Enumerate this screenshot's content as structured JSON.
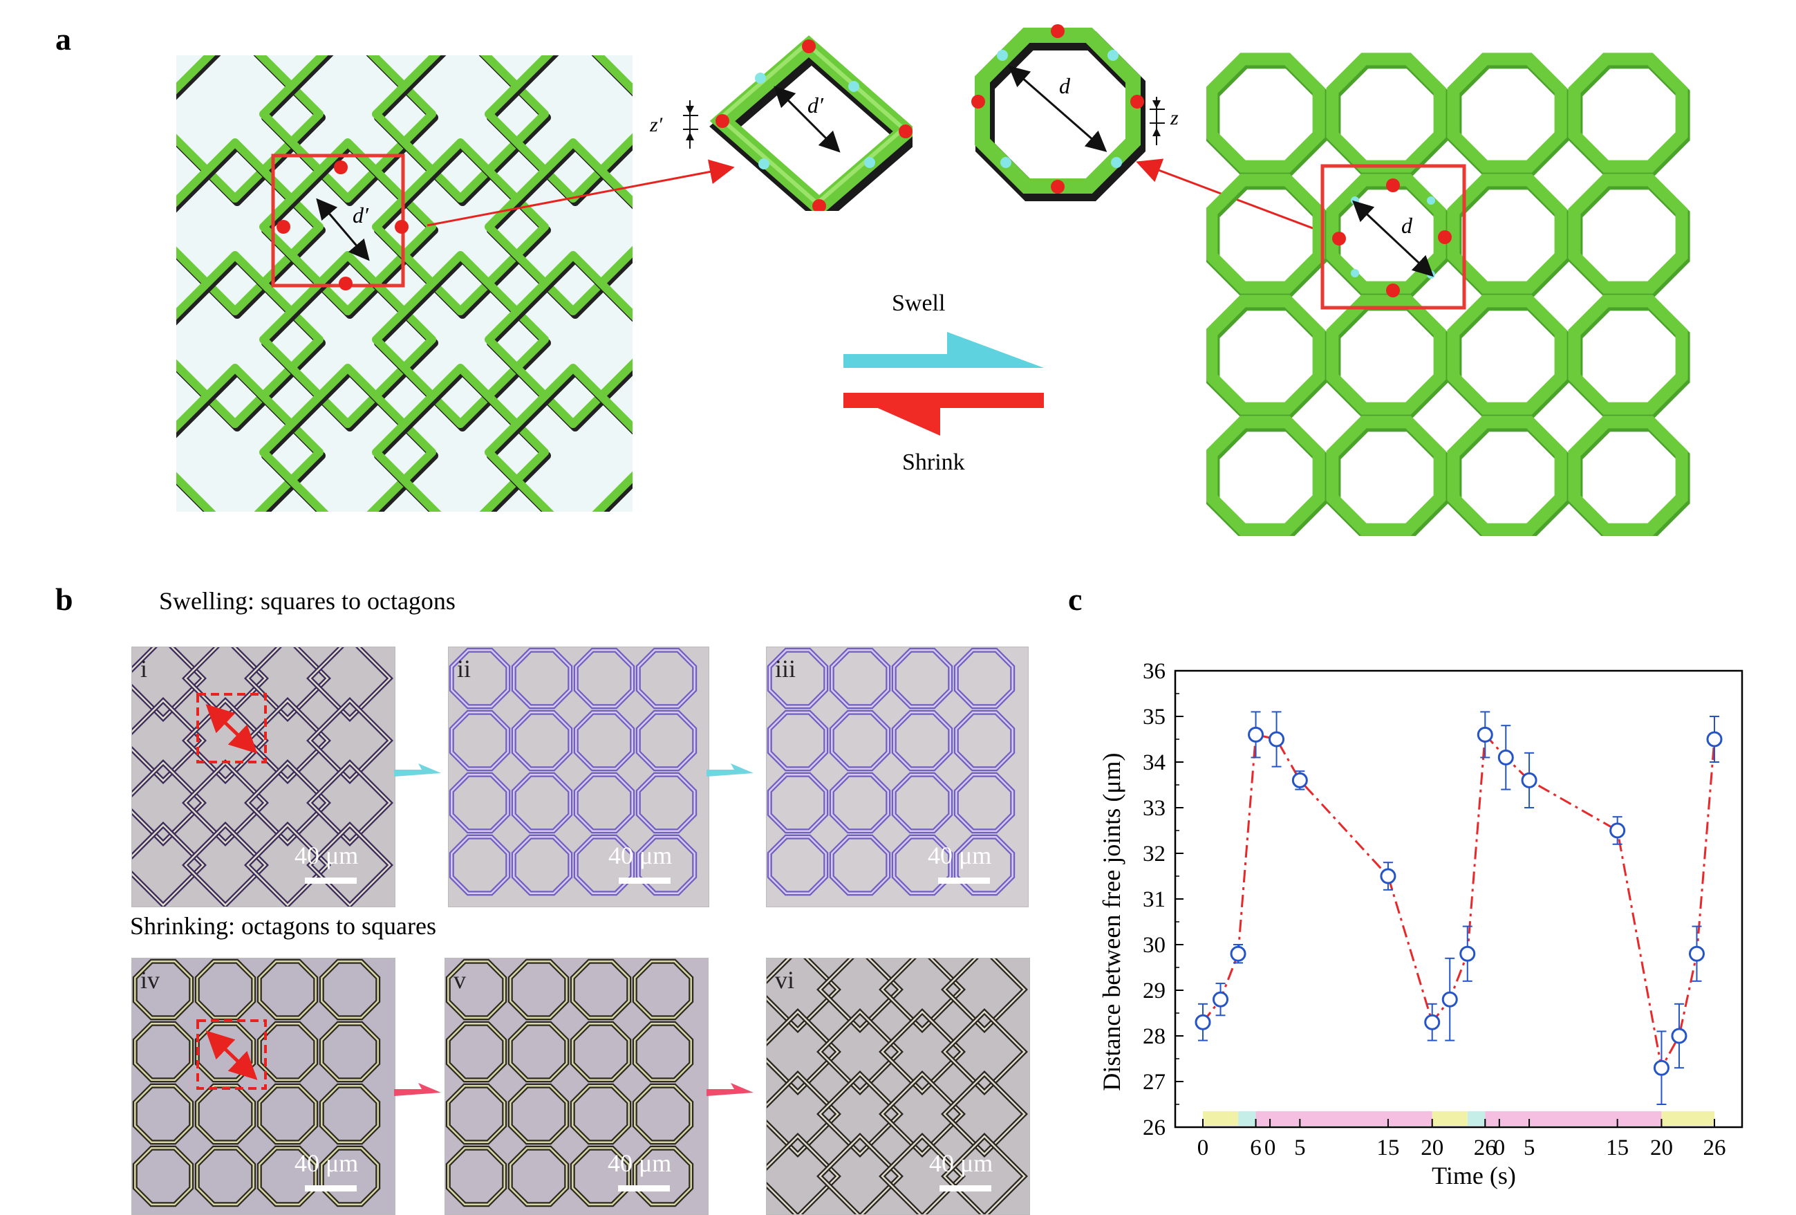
{
  "panel_a": {
    "letter": "a",
    "left_square_label": "d′",
    "square_cell_d_label": "d′",
    "square_cell_z_label": "z′",
    "octagon_cell_d_label": "d",
    "octagon_cell_z_label": "z",
    "right_octagon_label": "d",
    "swell_label": "Swell",
    "shrink_label": "Shrink",
    "colors": {
      "lattice_green": "#6ccb3a",
      "joint_red": "#e8231f",
      "joint_cyan": "#86e6e6",
      "swell_arrow": "#5ed3df",
      "shrink_arrow": "#f02a25",
      "frame_red": "#e83a33"
    }
  },
  "panel_b": {
    "letter": "b",
    "swelling_heading": "Swelling: squares to octagons",
    "shrinking_heading": "Shrinking: octagons to squares",
    "scale_label": "40 μm",
    "images": [
      {
        "roman": "i",
        "state": "squares"
      },
      {
        "roman": "ii",
        "state": "octagons"
      },
      {
        "roman": "iii",
        "state": "octagons"
      },
      {
        "roman": "iv",
        "state": "octagons"
      },
      {
        "roman": "v",
        "state": "octagons"
      },
      {
        "roman": "vi",
        "state": "squares"
      }
    ]
  },
  "panel_c": {
    "letter": "c"
  },
  "chart_data": {
    "type": "scatter",
    "title": "",
    "xlabel": "Time (s)",
    "ylabel": "Distance between free joints (μm)",
    "ylim": [
      26,
      36
    ],
    "yticks": [
      26,
      27,
      28,
      29,
      30,
      31,
      32,
      33,
      34,
      35,
      36
    ],
    "xtick_labels": [
      "0",
      "6",
      "0",
      "5",
      "15",
      "20",
      "26",
      "0",
      "5",
      "15",
      "20",
      "26"
    ],
    "line_style": "red dash-dot connecting line, open blue circle markers with error bars",
    "points": [
      {
        "x": 0,
        "y": 28.3,
        "err": 0.4
      },
      {
        "x": 2,
        "y": 28.8,
        "err": 0.35
      },
      {
        "x": 4,
        "y": 29.8,
        "err": 0.2
      },
      {
        "x": 6,
        "y": 34.6,
        "err": 0.5
      },
      {
        "x": 6,
        "y": 34.5,
        "err": 0.6
      },
      {
        "x": 11,
        "y": 33.6,
        "err": 0.2
      },
      {
        "x": 21,
        "y": 31.5,
        "err": 0.3
      },
      {
        "x": 26,
        "y": 28.3,
        "err": 0.4
      },
      {
        "x": 28,
        "y": 28.8,
        "err": 0.9
      },
      {
        "x": 30,
        "y": 29.8,
        "err": 0.6
      },
      {
        "x": 32,
        "y": 34.6,
        "err": 0.5
      },
      {
        "x": 32,
        "y": 34.1,
        "err": 0.7
      },
      {
        "x": 37,
        "y": 33.6,
        "err": 0.6
      },
      {
        "x": 47,
        "y": 32.5,
        "err": 0.3
      },
      {
        "x": 52,
        "y": 27.3,
        "err": 0.8
      },
      {
        "x": 54,
        "y": 28.0,
        "err": 0.7
      },
      {
        "x": 56,
        "y": 29.8,
        "err": 0.6
      },
      {
        "x": 58,
        "y": 34.5,
        "err": 0.5
      }
    ],
    "phase_bar": [
      {
        "from": 0,
        "to": 4,
        "color": "#f1f2a8"
      },
      {
        "from": 4,
        "to": 6,
        "color": "#c6eee8"
      },
      {
        "from": 6,
        "to": 26,
        "color": "#f4bfe0"
      },
      {
        "from": 26,
        "to": 30,
        "color": "#f1f2a8"
      },
      {
        "from": 30,
        "to": 32,
        "color": "#c6eee8"
      },
      {
        "from": 32,
        "to": 52,
        "color": "#f4bfe0"
      },
      {
        "from": 52,
        "to": 58,
        "color": "#f1f2a8"
      }
    ],
    "colors": {
      "marker": "#2454c7",
      "line": "#e8282a"
    }
  }
}
